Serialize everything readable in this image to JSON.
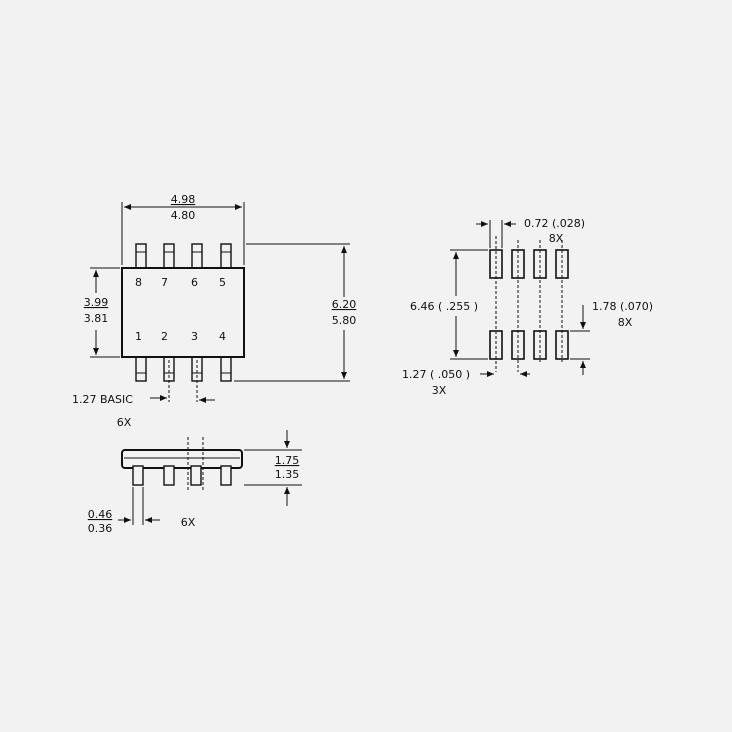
{
  "top_view": {
    "pins_top": [
      "8",
      "7",
      "6",
      "5"
    ],
    "pins_bottom": [
      "1",
      "2",
      "3",
      "4"
    ],
    "width_max": "4.98",
    "width_min": "4.80",
    "body_height_max": "3.99",
    "body_height_min": "3.81",
    "overall_height_max": "6.20",
    "overall_height_min": "5.80",
    "pitch": "1.27 BASIC",
    "pitch_count": "6X"
  },
  "side_view": {
    "height_max": "1.75",
    "height_min": "1.35",
    "lead_width_max": "0.46",
    "lead_width_min": "0.36",
    "lead_count": "6X"
  },
  "footprint": {
    "pad_width": "0.72 (.028)",
    "pad_width_count": "8X",
    "row_spacing": "6.46 ( .255 )",
    "pad_length": "1.78 (.070)",
    "pad_length_count": "8X",
    "pitch": "1.27 ( .050 )",
    "pitch_count": "3X"
  }
}
